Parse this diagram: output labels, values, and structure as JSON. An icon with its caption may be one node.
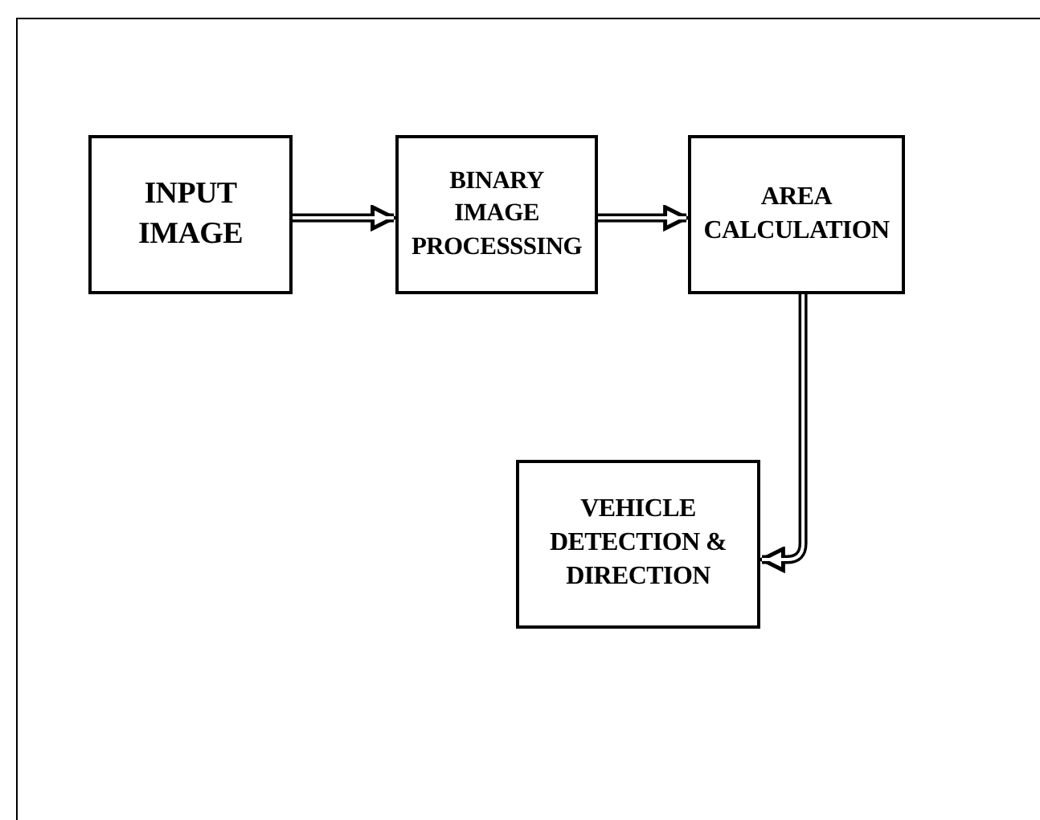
{
  "diagram": {
    "nodes": [
      {
        "text": [
          "INPUT IMAGE"
        ]
      },
      {
        "text": [
          "BINARY IMAGE PROCESSSING"
        ]
      },
      {
        "text": [
          "AREA CALCULATION"
        ]
      },
      {
        "text": [
          "VEHICLE DETECTION & DIRECTION"
        ]
      }
    ],
    "edges": [
      {
        "from": 0,
        "to": 1,
        "arrow": "to"
      },
      {
        "from": 1,
        "to": 2,
        "arrow": "to"
      },
      {
        "from": 2,
        "to": 3,
        "arrow": "to"
      }
    ]
  }
}
